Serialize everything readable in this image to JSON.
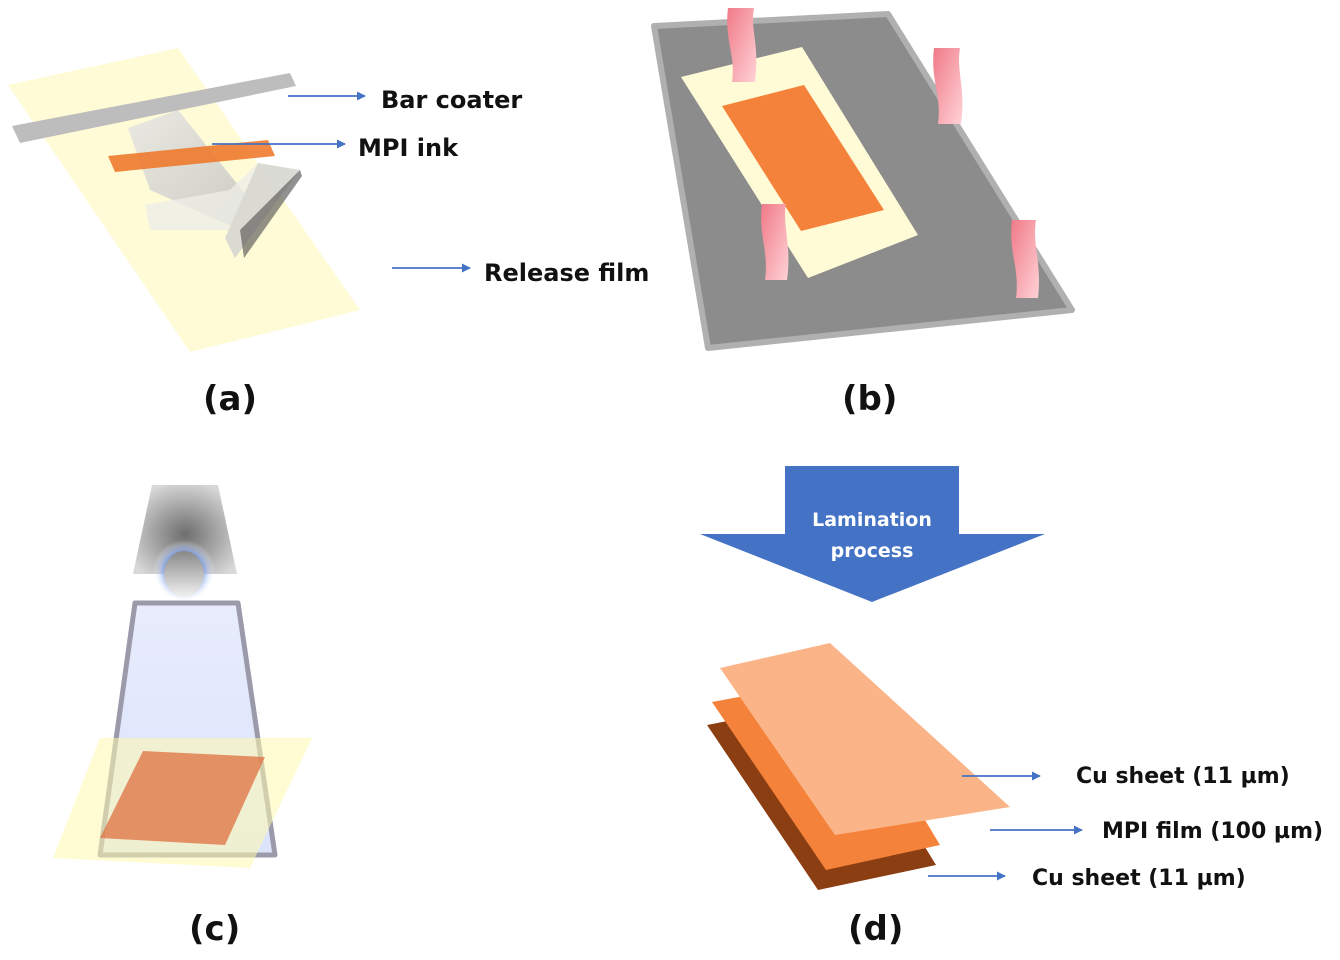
{
  "figure": {
    "panels": {
      "a": {
        "label": "(a)",
        "callouts": {
          "bar_coater": "Bar coater",
          "mpi_ink": "MPI ink",
          "release_film": "Release film"
        }
      },
      "b": {
        "label": "(b)"
      },
      "c": {
        "label": "(c)"
      },
      "d": {
        "label": "(d)",
        "process_arrow": {
          "line1": "Lamination",
          "line2": "process"
        },
        "layers": [
          {
            "name": "Cu sheet",
            "label": "Cu sheet (11 µm)"
          },
          {
            "name": "MPI film",
            "label": "MPI film (100 µm)"
          },
          {
            "name": "Cu sheet",
            "label": "Cu sheet (11 µm)"
          }
        ]
      }
    },
    "colors": {
      "release_film": "#fffbd6",
      "mpi_orange": "#f5823a",
      "cu_top": "#fbb488",
      "cu_bottom": "#8b3e12",
      "tape_pink": "#f4a0a8",
      "plate_gray": "#8c8c8c",
      "arrow_blue": "#4472c4",
      "callout_blue": "#4472c4"
    }
  }
}
